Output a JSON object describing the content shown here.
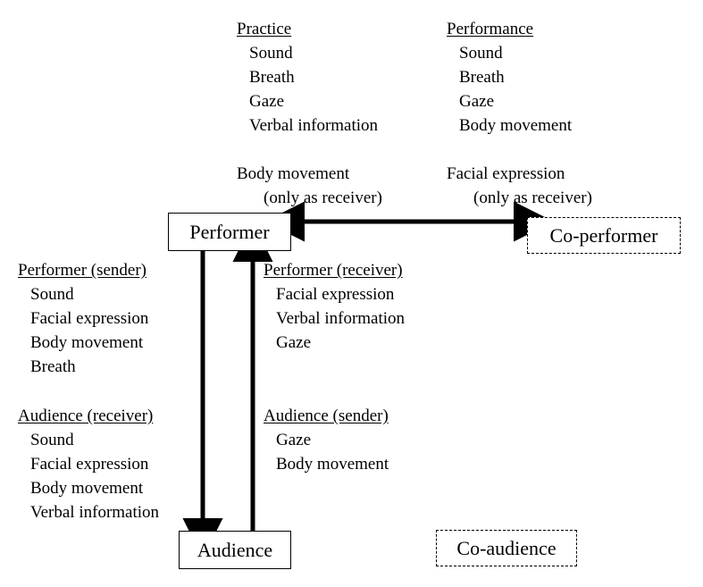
{
  "diagram": {
    "title": "Performer-Audience communication channels",
    "columns": {
      "practice": {
        "header": "Practice",
        "items": [
          "Sound",
          "Breath",
          "Gaze",
          "Verbal information"
        ],
        "note_main": "Body movement",
        "note_sub": "(only as receiver)"
      },
      "performance": {
        "header": "Performance",
        "items": [
          "Sound",
          "Breath",
          "Gaze",
          "Body movement"
        ],
        "note_main": "Facial expression",
        "note_sub": "(only as receiver)"
      }
    },
    "left_blocks": {
      "performer_sender": {
        "header": "Performer (sender)",
        "items": [
          "Sound",
          "Facial expression",
          "Body movement",
          "Breath"
        ]
      },
      "audience_receiver": {
        "header": "Audience (receiver)",
        "items": [
          "Sound",
          "Facial expression",
          "Body movement",
          "Verbal information"
        ]
      }
    },
    "right_blocks": {
      "performer_receiver": {
        "header": "Performer (receiver)",
        "items": [
          "Facial expression",
          "Verbal information",
          "Gaze"
        ]
      },
      "audience_sender": {
        "header": "Audience (sender)",
        "items": [
          "Gaze",
          "Body movement"
        ]
      }
    },
    "nodes": {
      "performer": {
        "label": "Performer",
        "border": "solid"
      },
      "co_performer": {
        "label": "Co-performer",
        "border": "dashed"
      },
      "audience": {
        "label": "Audience",
        "border": "solid"
      },
      "co_audience": {
        "label": "Co-audience",
        "border": "dashed"
      }
    },
    "arrows": {
      "performer_co_performer": "double-headed-horizontal",
      "performer_to_audience": "down",
      "audience_to_performer": "up"
    },
    "colors": {
      "ink": "#000000",
      "background": "#ffffff"
    }
  }
}
